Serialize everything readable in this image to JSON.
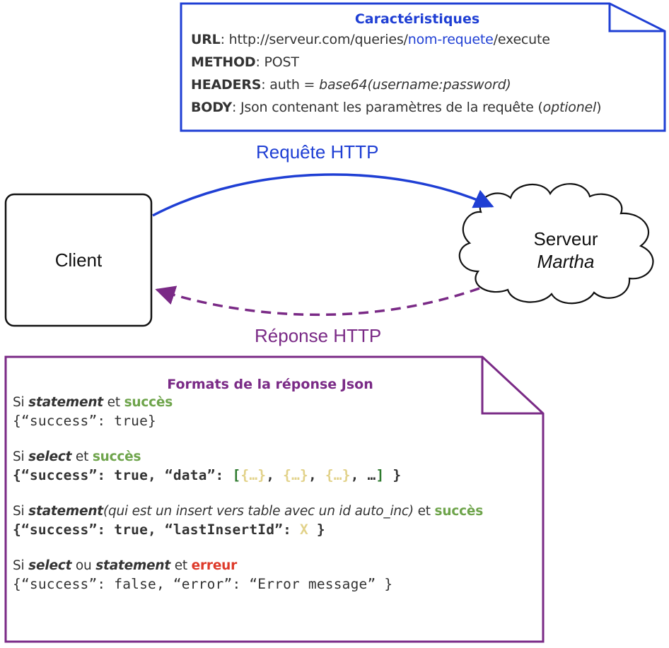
{
  "top_note": {
    "title": "Caractéristiques",
    "url_key": "URL",
    "url_prefix": ": http://serveur.com/queries/",
    "url_highlight": "nom-requete",
    "url_suffix": "/execute",
    "method_key": "METHOD",
    "method_value": ": POST",
    "headers_key": "HEADERS",
    "headers_prefix": ": auth = ",
    "headers_value": "base64(username:password)",
    "body_key": "BODY",
    "body_value": ": Json contenant les paramètres de la requête (",
    "body_optional": "optionel",
    "body_close": ")"
  },
  "client_label": "Client",
  "server_label": "Serveur",
  "server_name": "Martha",
  "request_label": "Requête HTTP",
  "response_label": "Réponse HTTP",
  "bottom_note": {
    "title": "Formats de la réponse Json",
    "case1": {
      "si": "Si ",
      "kind": "statement",
      "et": " et ",
      "status": "succès",
      "code": "{“success”: true}"
    },
    "case2": {
      "si": "Si ",
      "kind": "select",
      "et": " et ",
      "status": "succès",
      "code_a": "{“success”: true, “data”: ",
      "bracket_open": "[",
      "item1": "{…}",
      "sep1": ", ",
      "item2": "{…}",
      "sep2": ", ",
      "item3": "{…}",
      "sep3": ", …",
      "bracket_close": "]",
      "code_end": " }"
    },
    "case3": {
      "si": "Si ",
      "kind": "statement",
      "note": "(qui est un insert vers table avec un id auto_inc)",
      "et": " et ",
      "status": "succès",
      "code_a": "{“success”: true, “lastInsertId”: ",
      "x": "X",
      "code_end": " }"
    },
    "case4": {
      "si": "Si ",
      "kind1": "select",
      "ou": " ou ",
      "kind2": "statement",
      "et": " et ",
      "status": "erreur",
      "code": "{“success”: false, “error”: “Error message” }"
    }
  },
  "colors": {
    "request": "#1f3fd4",
    "response": "#7a2a86",
    "success": "#6ea44b",
    "error": "#de3a2a"
  }
}
